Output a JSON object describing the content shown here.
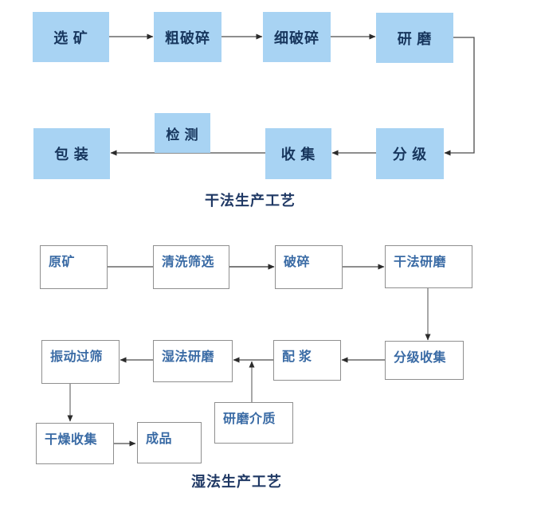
{
  "dry_process": {
    "title": "干法生产工艺",
    "nodes": [
      {
        "id": "ore-selection",
        "label": "选 矿"
      },
      {
        "id": "coarse-crushing",
        "label": "粗破碎"
      },
      {
        "id": "fine-crushing",
        "label": "细破碎"
      },
      {
        "id": "grinding",
        "label": "研 磨"
      },
      {
        "id": "classification",
        "label": "分 级"
      },
      {
        "id": "collection",
        "label": "收 集"
      },
      {
        "id": "inspection",
        "label": "检 测"
      },
      {
        "id": "packaging",
        "label": "包 装"
      }
    ]
  },
  "wet_process": {
    "title": "湿法生产工艺",
    "nodes": [
      {
        "id": "raw-ore",
        "label": "原矿"
      },
      {
        "id": "washing-screening",
        "label": "清洗筛选"
      },
      {
        "id": "crushing",
        "label": "破碎"
      },
      {
        "id": "dry-grinding",
        "label": "干法研磨"
      },
      {
        "id": "classified-collection",
        "label": "分级收集"
      },
      {
        "id": "slurry-preparation",
        "label": "配 浆"
      },
      {
        "id": "wet-grinding",
        "label": "湿法研磨"
      },
      {
        "id": "vibrating-screening",
        "label": "振动过筛"
      },
      {
        "id": "grinding-media",
        "label": "研磨介质"
      },
      {
        "id": "drying-collection",
        "label": "干燥收集"
      },
      {
        "id": "finished-product",
        "label": "成品"
      }
    ]
  },
  "colors": {
    "dry_node_fill": "#a8d3f3",
    "dry_node_text": "#17365d",
    "wet_node_border": "#8f8f8f",
    "wet_node_text": "#3a6ba5",
    "title_text": "#1f3864",
    "connector": "#4a4a4a"
  }
}
